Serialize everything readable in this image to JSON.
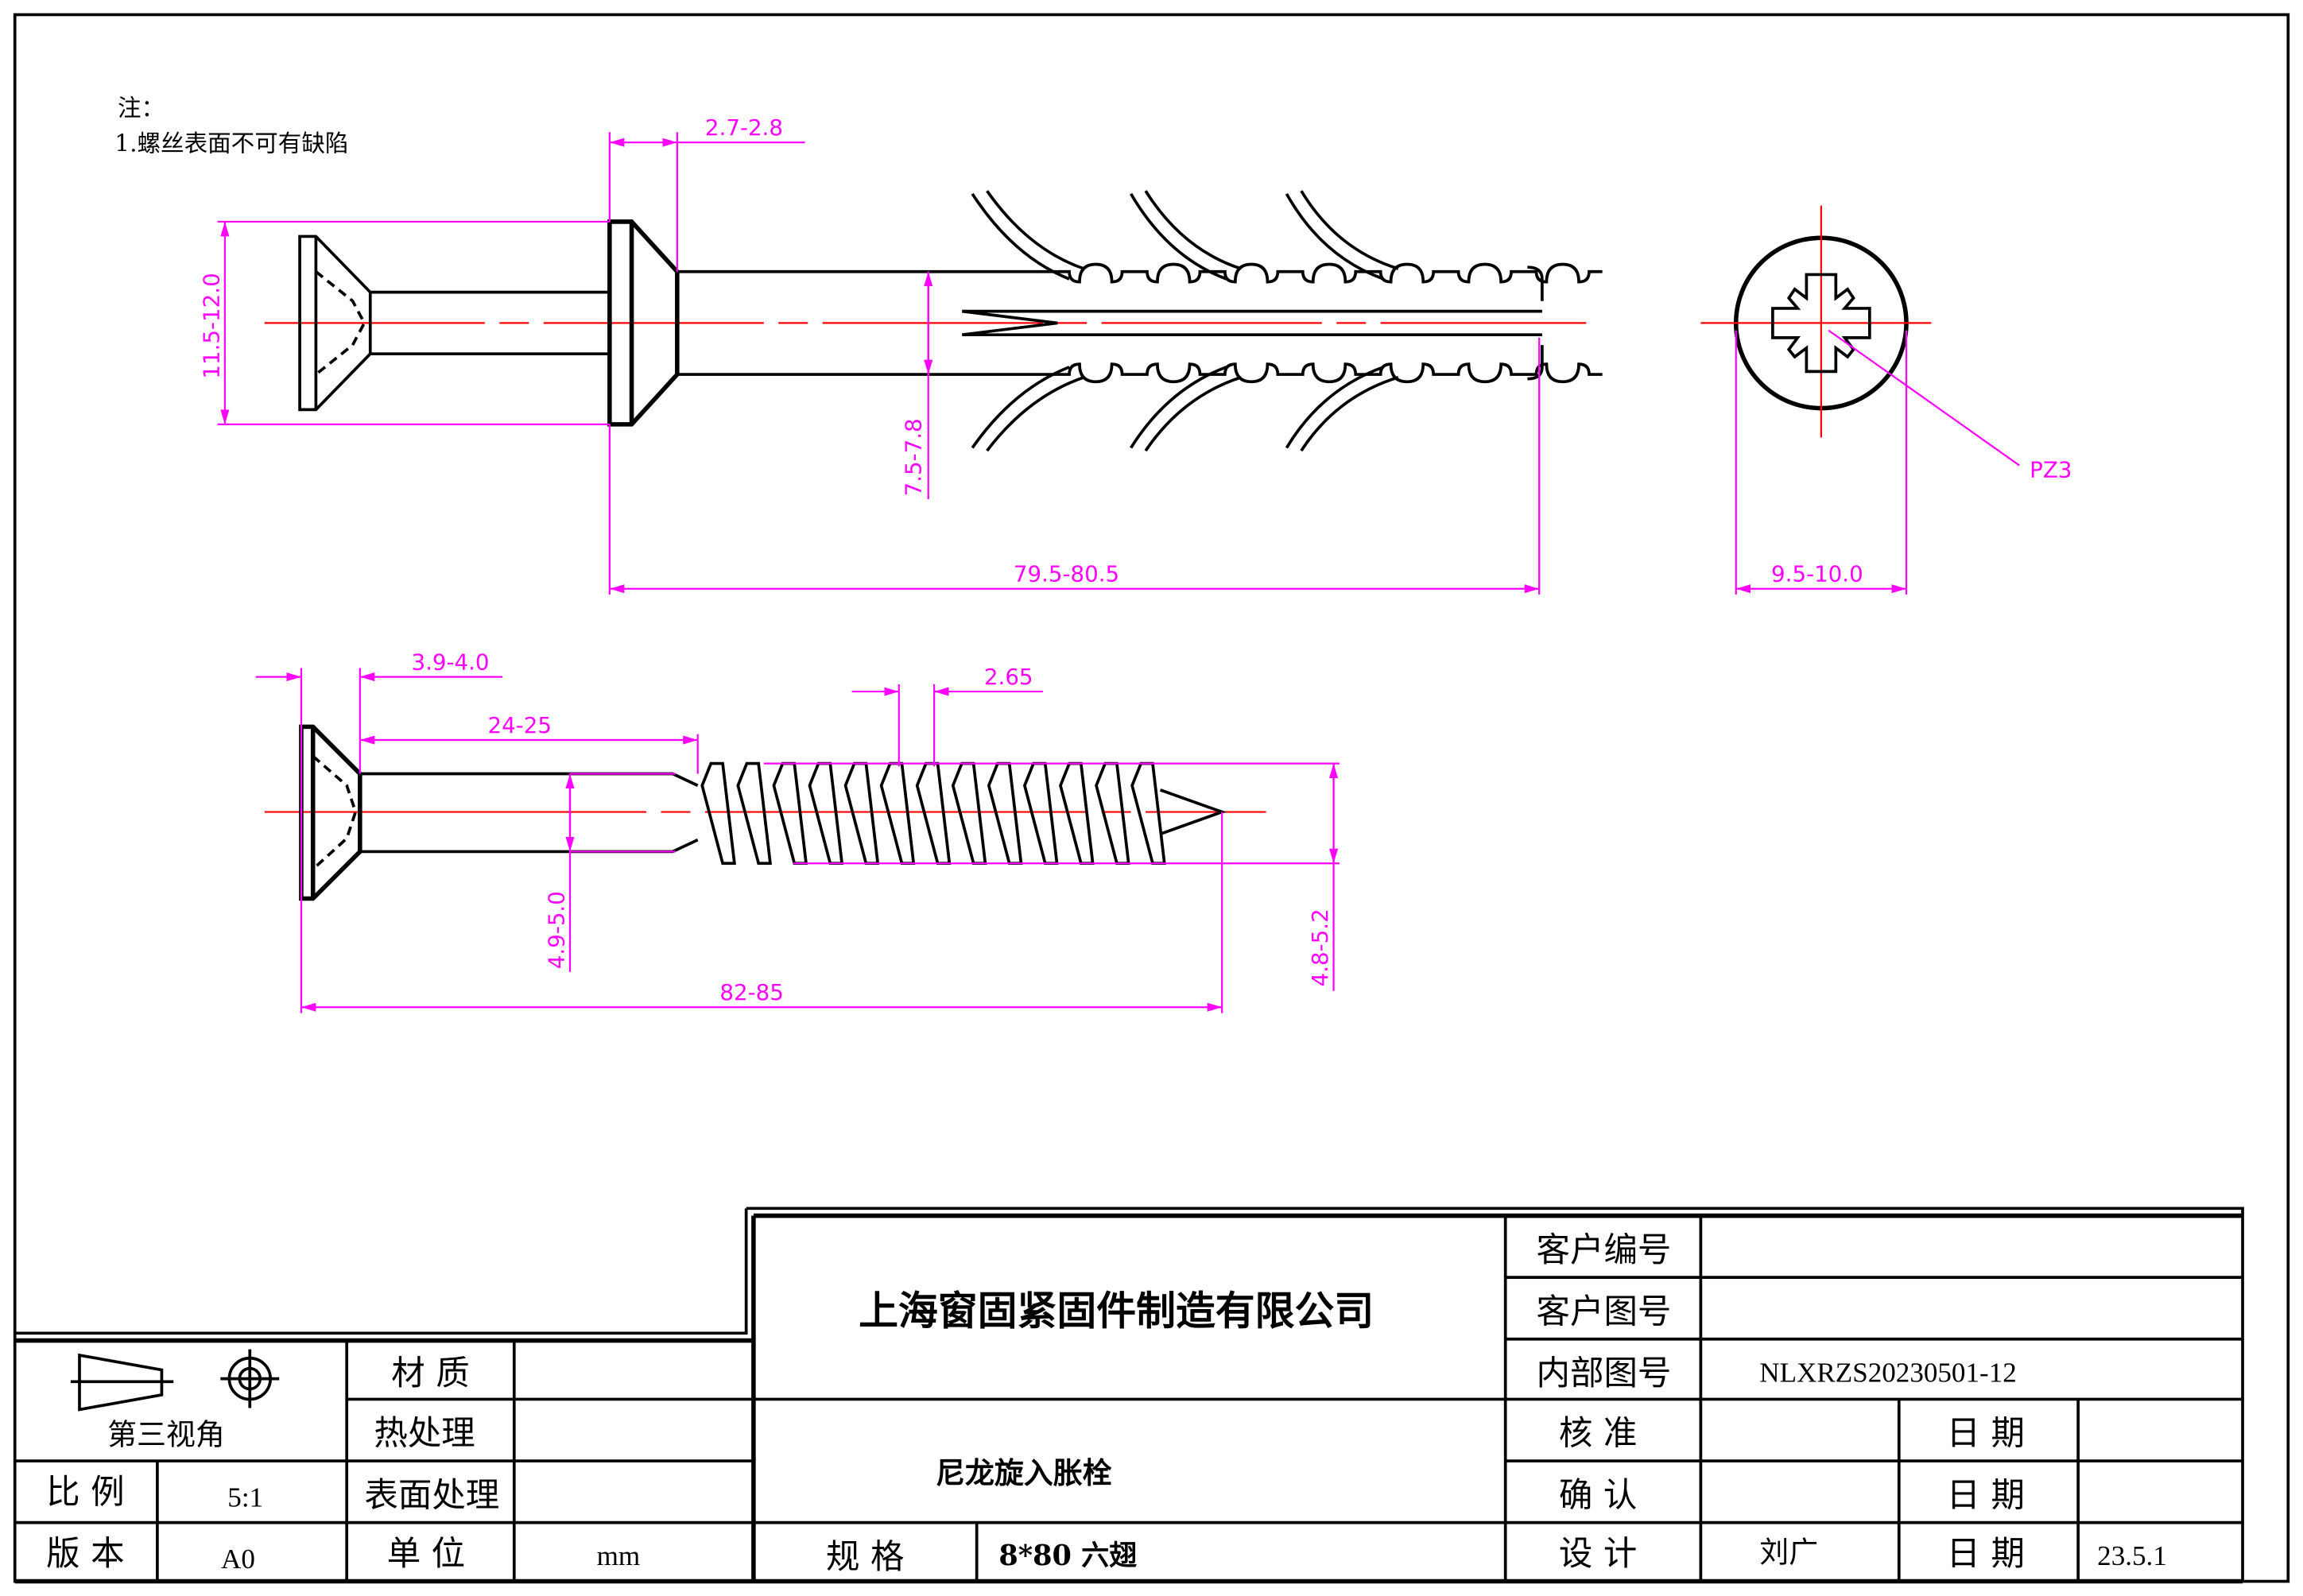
{
  "notes": {
    "title": "注：",
    "item1": "1.螺丝表面不可有缺陷"
  },
  "dimensions": {
    "collar_thickness": "2.7-2.8",
    "collar_diameter": "11.5-12.0",
    "dowel_diameter": "7.5-7.8",
    "dowel_length": "79.5-80.5",
    "head_diameter": "9.5-10.0",
    "drive": "PZ3",
    "screw_head_height": "3.9-4.0",
    "pitch": "2.65",
    "smooth_length": "24-25",
    "shank_diameter": "4.9-5.0",
    "thread_diameter": "4.8-5.2",
    "screw_length": "82-85"
  },
  "title_block": {
    "company": "上海窗固紧固件制造有限公司",
    "product_name": "尼龙旋入胀栓",
    "projection": "第三视角",
    "material_label": "材 质",
    "material_value": "",
    "heat_label": "热处理",
    "surface_label": "表面处理",
    "scale_label": "比 例",
    "scale_value": "5:1",
    "version_label": "版 本",
    "version_value": "A0",
    "unit_label": "单 位",
    "unit_value": "mm",
    "spec_label": "规  格",
    "spec_value": "8*80  六翅",
    "customer_no_label": "客户编号",
    "customer_drawing_label": "客户图号",
    "internal_drawing_label": "内部图号",
    "internal_drawing_value": "NLXRZS20230501-12",
    "approve_label": "核  准",
    "confirm_label": "确  认",
    "design_label": "设  计",
    "design_value": "刘广",
    "date_label": "日 期",
    "design_date": "23.5.1"
  },
  "colors": {
    "dimension": "#ff00ff",
    "centerline": "#ff0000",
    "outline": "#000000"
  }
}
